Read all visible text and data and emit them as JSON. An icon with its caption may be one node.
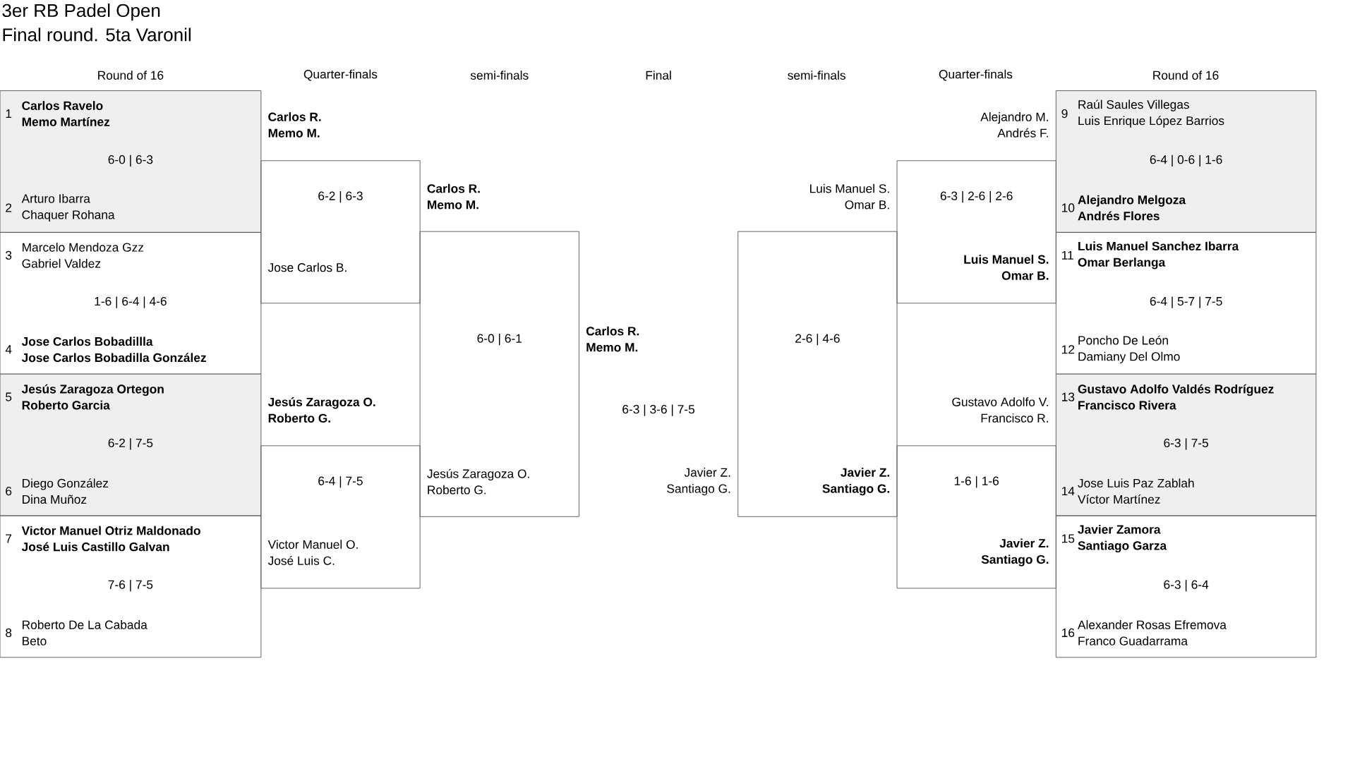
{
  "diagram": {
    "title": "3er RB Padel Open",
    "nodes": [
      {
        "text": [
          "1",
          "Carlos Ravelo",
          "Memo Martínez",
          "6-0 | 6-3",
          "2",
          "Arturo Ibarra",
          "Chaquer Rohana"
        ]
      },
      {
        "text": [
          "3",
          "Marcelo Mendoza Gzz",
          "Gabriel Valdez",
          "1-6 | 6-4 | 4-6",
          "4",
          "Jose Carlos Bobadillla",
          "Jose Carlos Bobadilla González"
        ]
      },
      {
        "text": [
          "5",
          "Jesús Zaragoza Ortegon",
          "Roberto Garcia",
          "6-2 | 7-5",
          "6",
          "Diego González",
          "Dina Muñoz"
        ]
      },
      {
        "text": [
          "7",
          "Victor Manuel Otriz Maldonado",
          "José Luis Castillo Galvan",
          "7-6 | 7-5",
          "8",
          "Roberto De La Cabada",
          "Beto"
        ]
      },
      {
        "text": [
          "Carlos R.",
          "Memo M.",
          "6-2 | 6-3",
          "Jose Carlos B."
        ]
      },
      {
        "text": [
          "Jesús Zaragoza O.",
          "Roberto G.",
          "6-4 | 7-5",
          "Victor Manuel O.",
          "José Luis C."
        ]
      },
      {
        "text": [
          "Carlos R.",
          "Memo M.",
          "6-0 | 6-1",
          "Jesús Zaragoza O.",
          "Roberto G."
        ]
      },
      {
        "text": [
          "Carlos R.",
          "Memo M.",
          "6-3 | 3-6 | 7-5",
          "Javier Z.",
          "Santiago G."
        ]
      },
      {
        "text": [
          "9",
          "Raúl Saules Villegas",
          "Luis Enrique López Barrios",
          "6-4 | 0-6 | 1-6",
          "10",
          "Alejandro Melgoza",
          "Andrés Flores"
        ]
      },
      {
        "text": [
          "11",
          "Luis Manuel Sanchez Ibarra",
          "Omar Berlanga",
          "6-4 | 5-7 | 7-5",
          "12",
          "Poncho De León",
          "Damiany Del Olmo"
        ]
      },
      {
        "text": [
          "13",
          "Gustavo Adolfo Valdés Rodríguez",
          "Francisco Rivera",
          "6-3 | 7-5",
          "14",
          "Jose Luis Paz Zablah",
          "Víctor Martínez"
        ]
      },
      {
        "text": [
          "15",
          "Javier Zamora",
          "Santiago Garza",
          "6-3 | 6-4",
          "16",
          "Alexander Rosas Efremova",
          "Franco Guadarrama"
        ]
      },
      {
        "text": [
          "Alejandro M.",
          "Andrés F.",
          "6-3 | 2-6 | 2-6",
          "Luis Manuel S.",
          "Omar B."
        ]
      },
      {
        "text": [
          "Gustavo Adolfo V.",
          "Francisco R.",
          "1-6 | 1-6",
          "Javier Z.",
          "Santiago G."
        ]
      },
      {
        "text": [
          "Luis Manuel S.",
          "Omar B.",
          "2-6 | 4-6",
          "Javier Z.",
          "Santiago G."
        ]
      }
    ],
    "labels": [
      "Final round. 5ta Varonil",
      "Round of 16",
      "Quarter-finals",
      "semi-finals",
      "Final",
      "semi-finals",
      "Quarter-finals",
      "Round of 16"
    ]
  }
}
